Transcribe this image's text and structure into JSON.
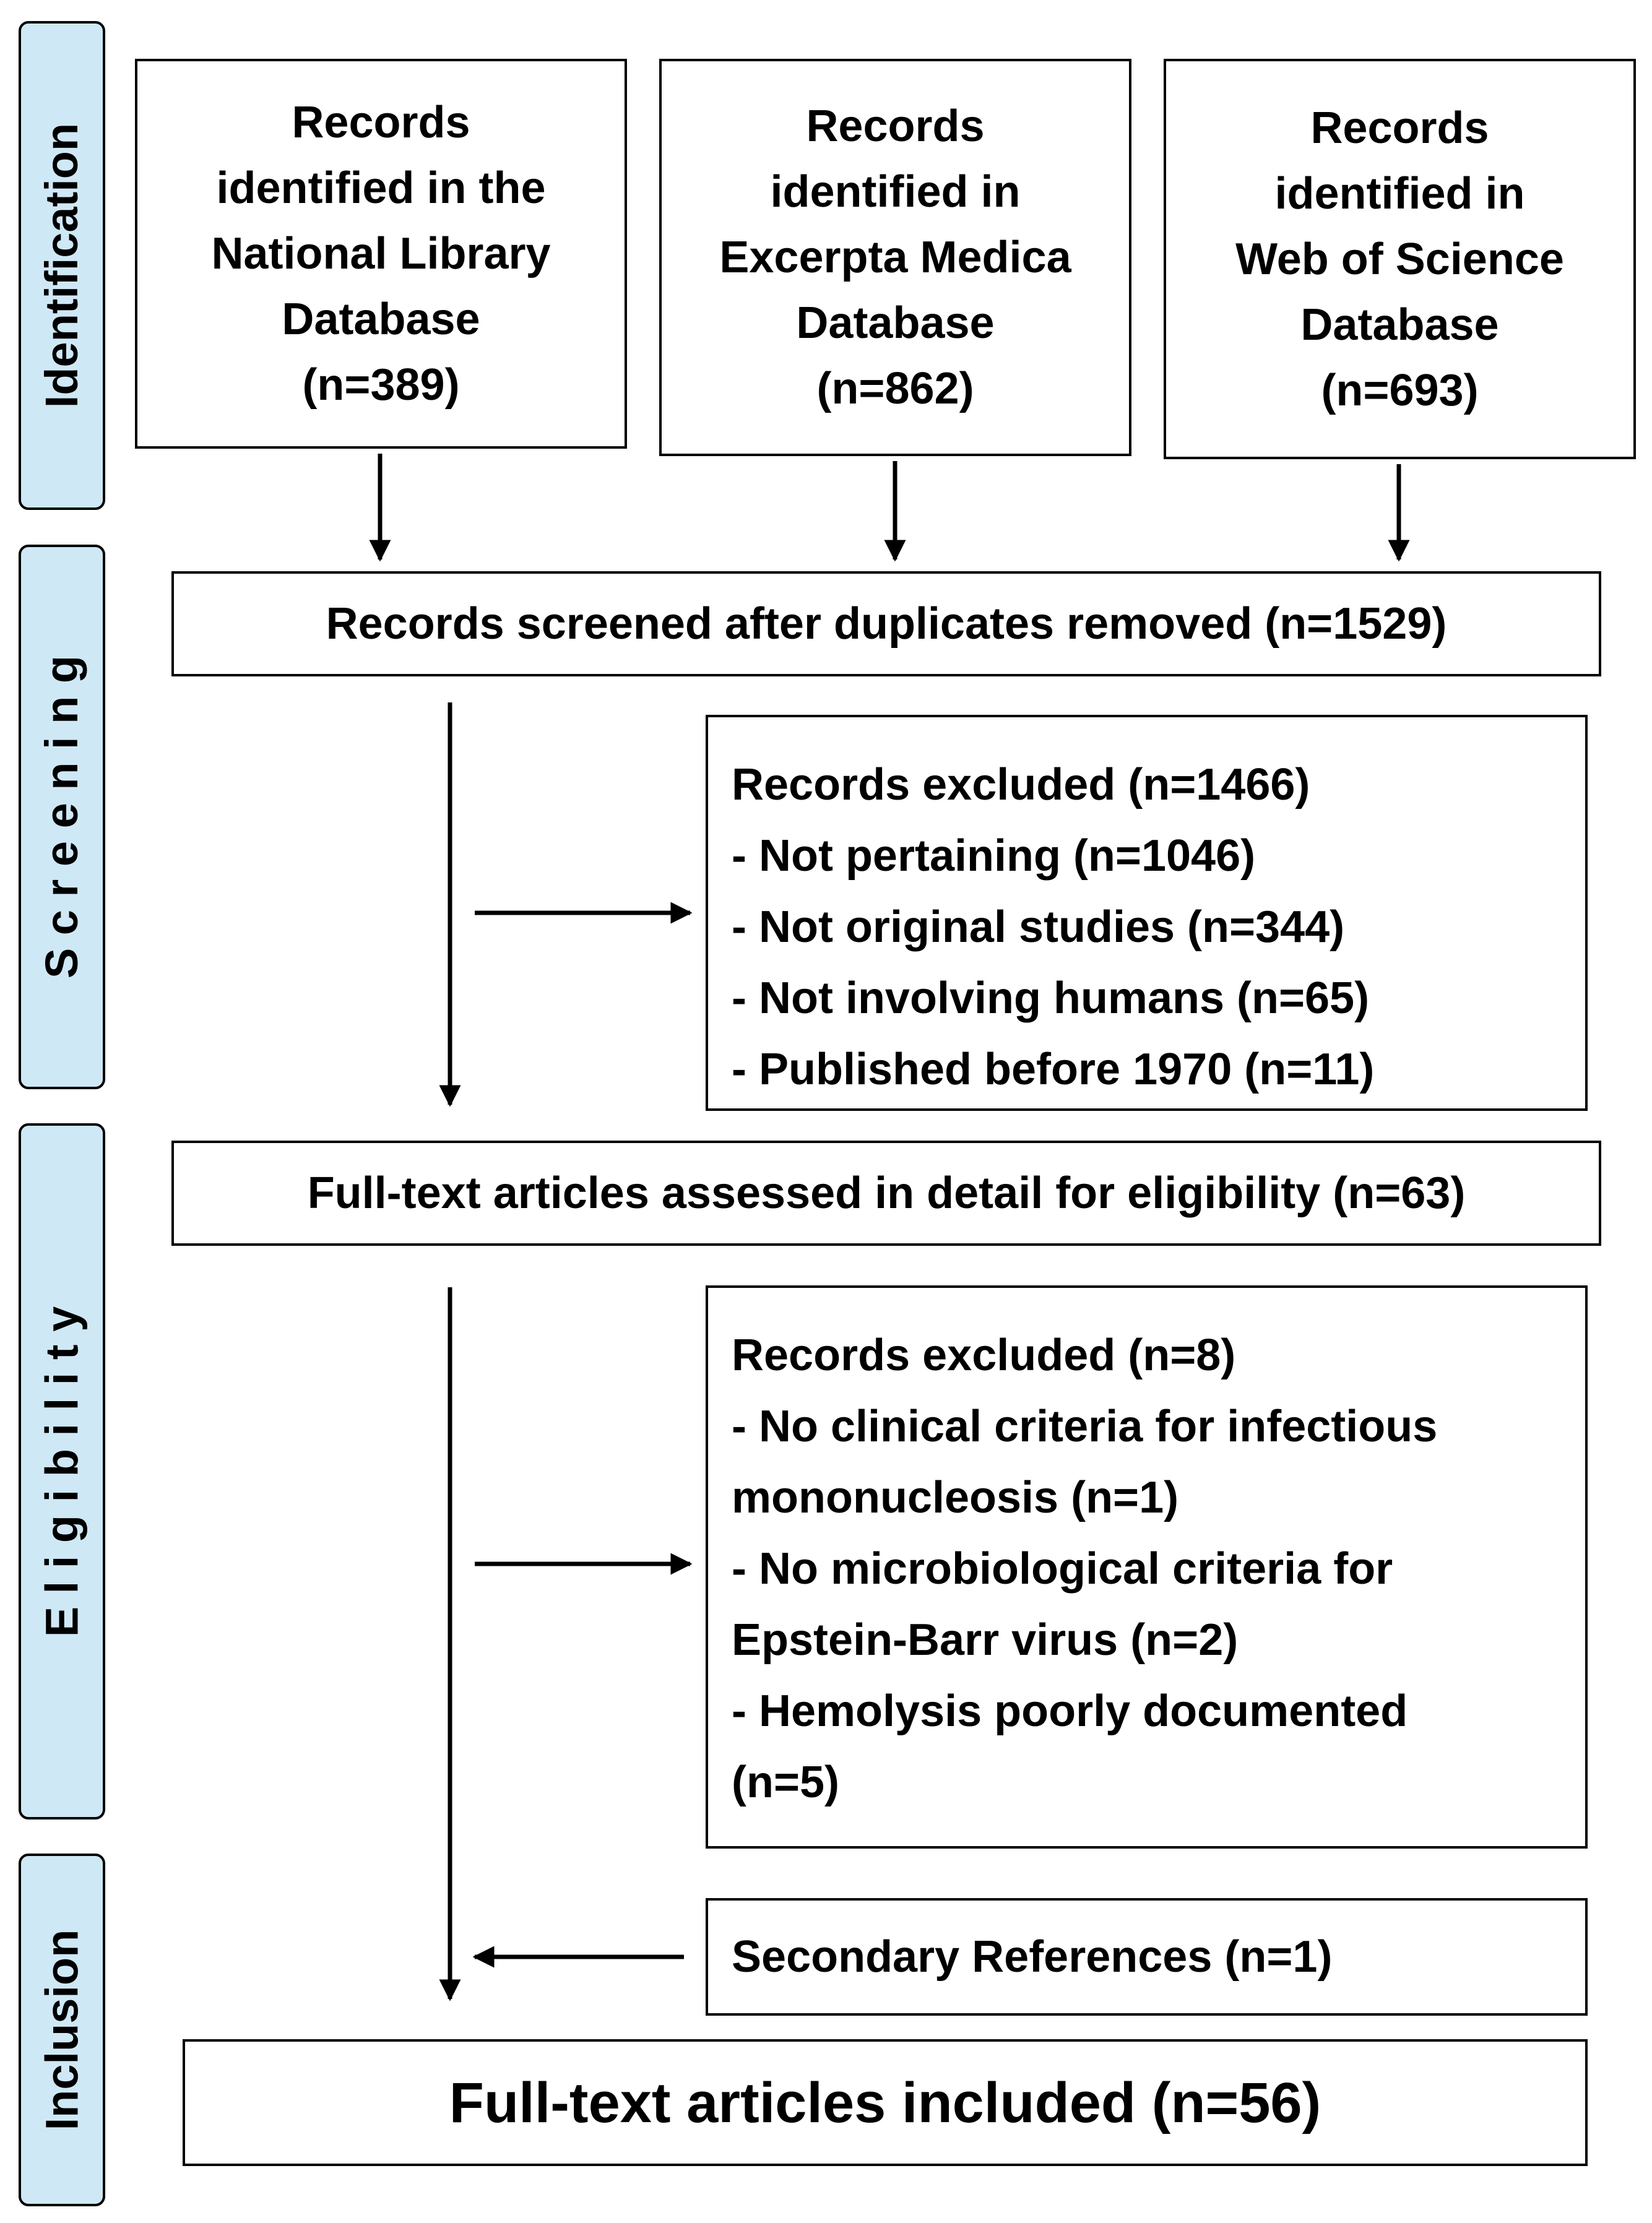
{
  "stages": [
    {
      "id": "identification",
      "label": "Identification"
    },
    {
      "id": "screening",
      "label": "S c r e e n i n g"
    },
    {
      "id": "eligibility",
      "label": "E l i g i b i l i t y"
    },
    {
      "id": "inclusion",
      "label": "Inclusion"
    }
  ],
  "sources": [
    {
      "lines": [
        "Records",
        "identified in the",
        "National Library",
        "Database",
        "(n=389)"
      ]
    },
    {
      "lines": [
        "Records",
        "identified in",
        "Excerpta Medica",
        "Database",
        "(n=862)"
      ]
    },
    {
      "lines": [
        "Records",
        "identified in",
        "Web of Science",
        "Database",
        "(n=693)"
      ]
    }
  ],
  "screened": "Records screened after duplicates removed (n=1529)",
  "excluded_screening": {
    "lines": [
      "Records excluded (n=1466)",
      "- Not pertaining (n=1046)",
      "- Not original studies (n=344)",
      "- Not involving humans (n=65)",
      "- Published before 1970 (n=11)"
    ]
  },
  "fulltext_assessed": "Full-text articles assessed in detail for eligibility (n=63)",
  "excluded_eligibility": {
    "lines": [
      "Records excluded (n=8)",
      "- No clinical criteria for infectious",
      "mononucleosis (n=1)",
      "- No microbiological criteria for",
      "Epstein-Barr virus (n=2)",
      "- Hemolysis poorly documented",
      "(n=5)"
    ]
  },
  "secondary_references": "Secondary References (n=1)",
  "included": "Full-text articles included (n=56)",
  "colors": {
    "stage_tab_fill": "#cfe8f6",
    "line": "#000000",
    "box_fill": "#ffffff"
  }
}
